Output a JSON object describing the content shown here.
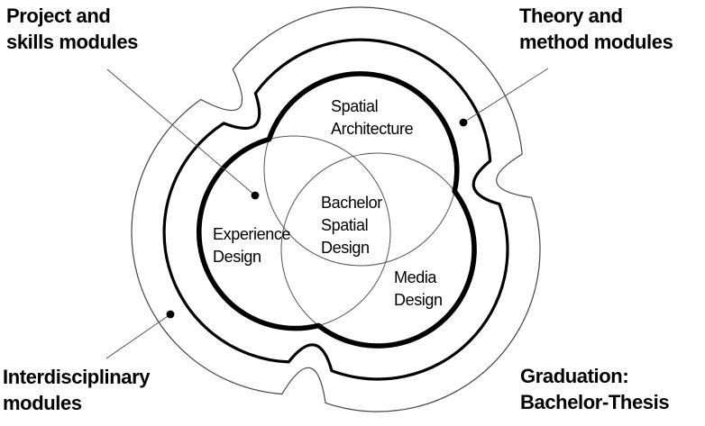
{
  "diagram": {
    "corner_labels": {
      "top_left": "Project and\nskills modules",
      "top_right": "Theory and\nmethod modules",
      "bottom_left": "Interdisciplinary\nmodules",
      "bottom_right": "Graduation:\nBachelor-Thesis"
    },
    "circle_labels": {
      "top": "Spatial\nArchitecture",
      "left": "Experience\nDesign",
      "right": "Media\nDesign"
    },
    "center_label": "Bachelor\nSpatial\nDesign",
    "colors": {
      "ink": "#000000",
      "thin_line": "#555555",
      "background": "#ffffff"
    }
  }
}
